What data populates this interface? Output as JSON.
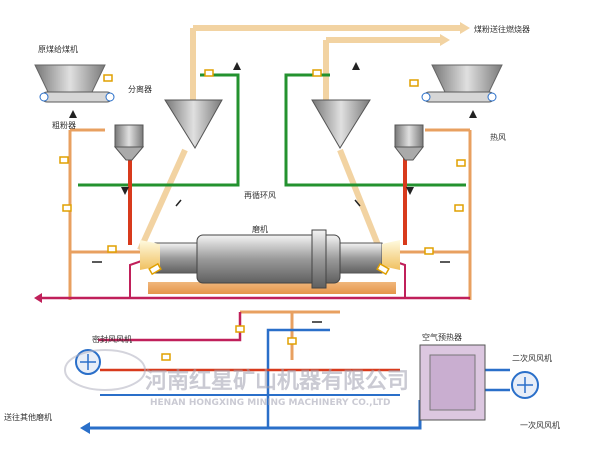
{
  "labels": {
    "raw_coal_feeder": "原煤给煤机",
    "separator": "分离器",
    "coarse_separator": "粗粉器",
    "hot_air": "热风",
    "recirculation_air": "再循环风",
    "mill": "磨机",
    "to_burner": "煤粉送往燃烧器",
    "seal_fan": "密封风风机",
    "air_preheater": "空气预热器",
    "secondary_fan": "二次风风机",
    "primary_fan": "一次风风机",
    "to_other_mills": "送往其他磨机"
  },
  "watermark": {
    "cn": "河南红星矿山机器有限公司",
    "en": "HENAN HONGXING MINING MACHINERY CO.,LTD"
  },
  "colors": {
    "hot_air": "#e8a060",
    "fuel_pipe": "#f2d3a2",
    "recirc": "#23922f",
    "seal": "#c0205a",
    "cold_air": "#2a6fc9",
    "red_pipe": "#d83a1c",
    "hopper": "#c8c8c8"
  }
}
